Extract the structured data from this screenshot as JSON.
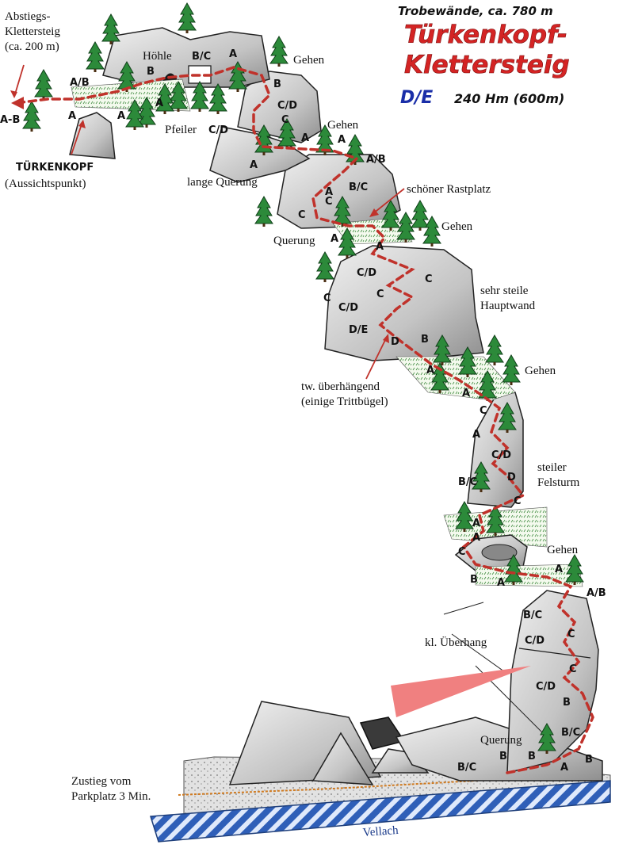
{
  "header": {
    "subtitle": "Trobewände, ca. 780 m",
    "title_line1": "Türkenkopf-",
    "title_line2": "Klettersteig",
    "difficulty": "D/E",
    "ascent": "240 Hm (600m)"
  },
  "colors": {
    "route": "#c0322b",
    "title_red": "#d42424",
    "difficulty_blue": "#1a2ea8",
    "water": "#2f5fb8",
    "rock": "#c9c9c9",
    "tree": "#1f6b2d"
  },
  "labels": {
    "abstieg": "Abstiegs-",
    "abstieg2": "Klettersteig",
    "abstieg3": "(ca. 200 m)",
    "exit_grade": "A-B",
    "summit": "TÜRKENKOPF",
    "summit2": "(Aussichtspunkt)",
    "hoehle": "Höhle",
    "gehen": "Gehen",
    "pfeiler": "Pfeiler",
    "lange_querung": "lange Querung",
    "rastplatz": "schöner Rastplatz",
    "querung": "Querung",
    "steile_wand1": "sehr steile",
    "steile_wand2": "Hauptwand",
    "ueberhaengend1": "tw. überhängend",
    "ueberhaengend2": "(einige Trittbügel)",
    "felsturm1": "steiler",
    "felsturm2": "Felsturm",
    "ueberhang": "kl. Überhang",
    "zustieg1": "Zustieg vom",
    "zustieg2": "Parkplatz 3 Min.",
    "river": "Vellach"
  },
  "grades": {
    "g1": "A/B",
    "g2": "B",
    "g3": "B/C",
    "g4": "A",
    "g5": "A",
    "g6": "A",
    "g7": "A",
    "g8": "B",
    "g9": "C/D",
    "g10": "C",
    "g11": "C/D",
    "g12": "A",
    "g13": "A",
    "g14": "A/B",
    "g15": "A",
    "g16": "B/C",
    "g17": "C",
    "g18": "C",
    "g19": "A",
    "g20": "A",
    "g21": "C/D",
    "g22": "C",
    "g23": "C",
    "g24": "C/D",
    "g25": "D/E",
    "g26": "D",
    "g27": "B",
    "g28": "A",
    "g29": "A",
    "g30": "C",
    "g31": "A",
    "g32": "C/D",
    "g33": "B/C",
    "g34": "D",
    "g35": "C",
    "g36": "A",
    "g37": "C",
    "g38": "B",
    "g39": "A",
    "g40": "A",
    "g41": "A/B",
    "g42": "B/C",
    "g43": "C",
    "g44": "C/D",
    "g45": "C",
    "g46": "C/D",
    "g47": "B",
    "g48": "B/C",
    "g49": "B/C",
    "g50": "B",
    "g51": "B",
    "g52": "A",
    "g53": "B",
    "g54": "A",
    "g55": "C",
    "g56": "A"
  }
}
